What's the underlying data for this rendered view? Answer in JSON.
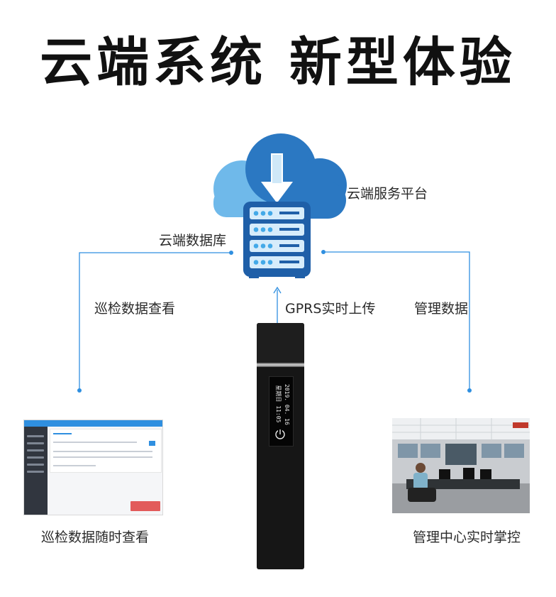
{
  "headline": "云端系统 新型体验",
  "labels": {
    "cloud_platform": "云端服务平台",
    "cloud_database": "云端数据库",
    "patrol_view": "巡检数据查看",
    "upload": "GPRS实时上传",
    "manage": "管理数据",
    "laptop_caption": "巡检数据随时查看",
    "room_caption": "管理中心实时掌控"
  },
  "device_screen": {
    "line1": "2019. 04. 16",
    "line2": "星期日 11:05"
  },
  "colors": {
    "accent": "#2f8fe0",
    "cloud_dark": "#2b78c2",
    "cloud_light": "#6fb9ea",
    "server": "#1f5fa8",
    "line": "#2f8fe0"
  },
  "icons": {
    "cloud": "cloud-icon",
    "server": "server-icon",
    "arrow": "download-arrow-icon",
    "power": "power-icon"
  }
}
